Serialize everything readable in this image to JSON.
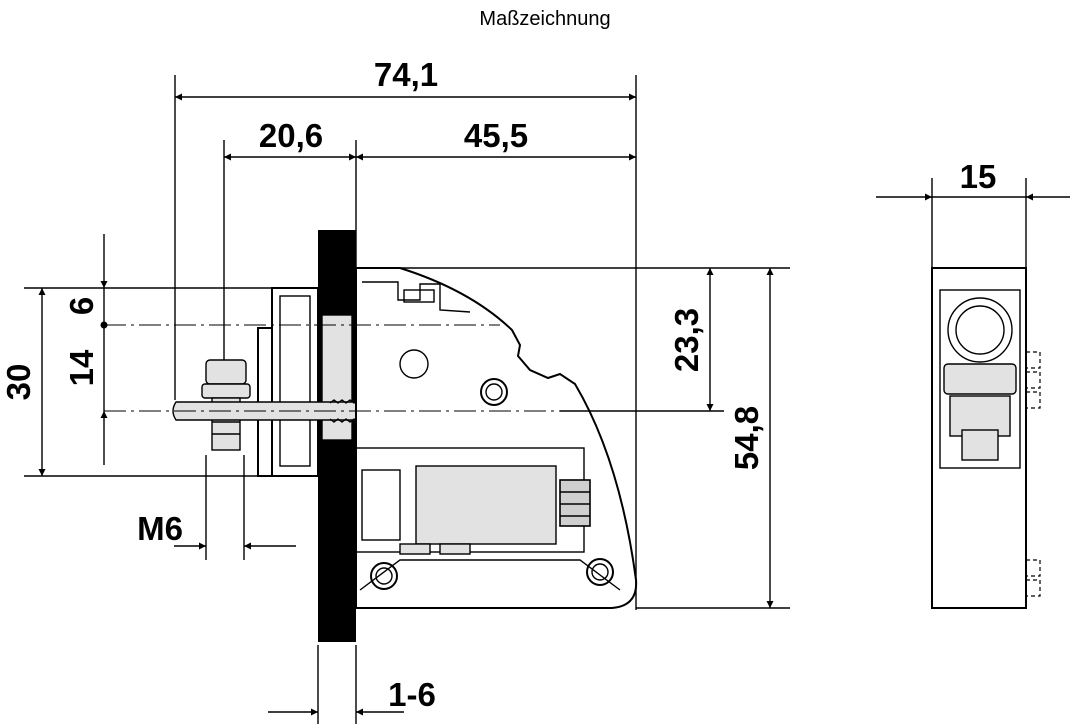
{
  "title": "Maßzeichnung",
  "dimensions": {
    "overall_width": "74,1",
    "left_part": "20,6",
    "right_part": "45,5",
    "side_width": "15",
    "top_offset": "6",
    "hole_spacing": "14",
    "height_left": "30",
    "upper_height": "23,3",
    "total_height": "54,8",
    "thread": "M6",
    "panel_thickness": "1-6"
  }
}
